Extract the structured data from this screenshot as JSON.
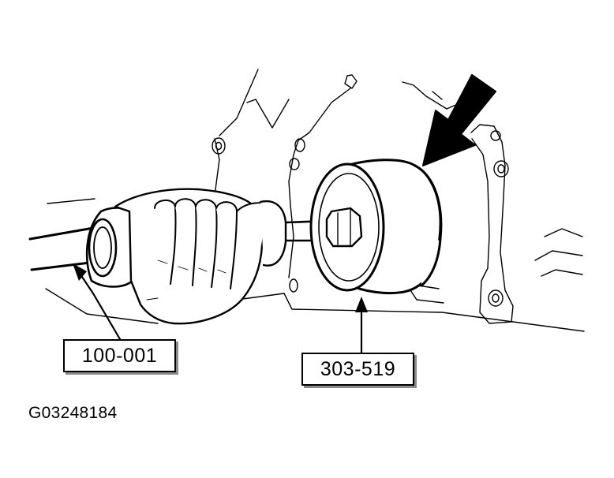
{
  "callouts": {
    "left": "100-001",
    "right": "303-519"
  },
  "figure_id": "G03248184",
  "icons": {
    "pointer": "bold-arrow-icon",
    "leader_arrow": "arrowhead-icon"
  }
}
